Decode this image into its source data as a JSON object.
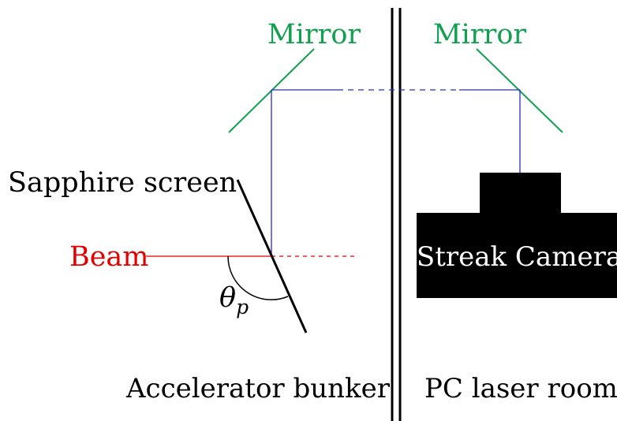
{
  "labels": {
    "mirror_left": "Mirror",
    "mirror_right": "Mirror",
    "sapphire_screen": "Sapphire screen",
    "beam": "Beam",
    "angle_symbol": "θ",
    "angle_subscript": "p",
    "camera": "Streak Camera",
    "bunker": "Accelerator bunker",
    "laser_room": "PC laser room"
  },
  "colors": {
    "mirror": "#11a050",
    "light_path": "#2a2ad0",
    "beam": "#e00000",
    "structure": "#000000",
    "camera_text": "#ffffff"
  }
}
